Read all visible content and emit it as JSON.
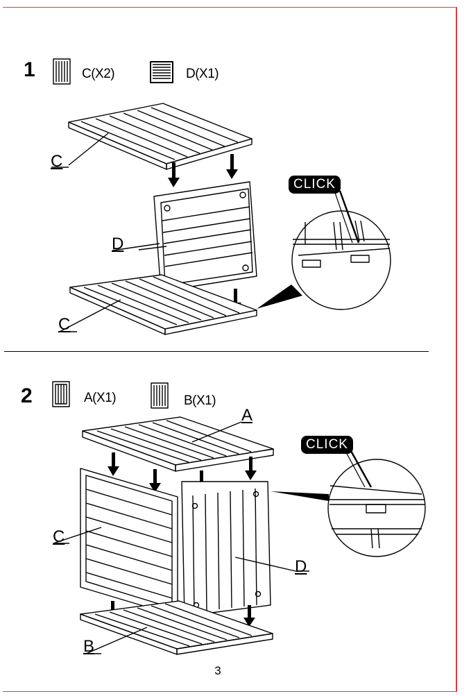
{
  "page_number": "3",
  "click_label": "CLICK",
  "steps": [
    {
      "number": "1",
      "parts": [
        {
          "label": "C(X2)",
          "icon": "vertical-panel-icon"
        },
        {
          "label": "D(X1)",
          "icon": "horizontal-panel-icon"
        }
      ],
      "callouts": {
        "top_panel": "C",
        "middle_panel": "D",
        "bottom_panel": "C"
      }
    },
    {
      "number": "2",
      "parts": [
        {
          "label": "A(X1)",
          "icon": "lid-panel-icon"
        },
        {
          "label": "B(X1)",
          "icon": "base-panel-icon"
        }
      ],
      "callouts": {
        "lid": "A",
        "side_panel": "C",
        "back_panel": "D",
        "base": "B"
      }
    }
  ]
}
